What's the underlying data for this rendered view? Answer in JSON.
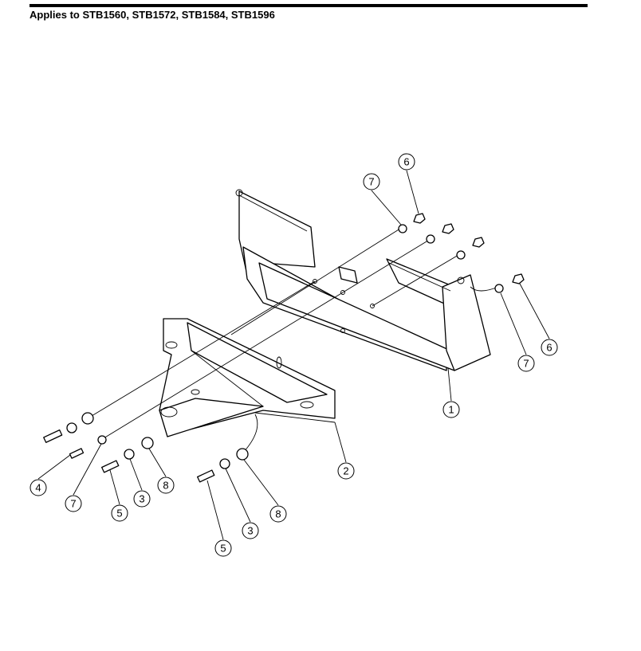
{
  "header": {
    "applies_to": "Applies to STB1560, STB1572, STB1584, STB1596"
  },
  "callouts": [
    {
      "id": "c1",
      "label": "6"
    },
    {
      "id": "c2",
      "label": "7"
    },
    {
      "id": "c3",
      "label": "6"
    },
    {
      "id": "c4",
      "label": "7"
    },
    {
      "id": "c5",
      "label": "1"
    },
    {
      "id": "c6",
      "label": "2"
    },
    {
      "id": "c7",
      "label": "4"
    },
    {
      "id": "c8",
      "label": "7"
    },
    {
      "id": "c9",
      "label": "5"
    },
    {
      "id": "c10",
      "label": "3"
    },
    {
      "id": "c11",
      "label": "8"
    },
    {
      "id": "c12",
      "label": "8"
    },
    {
      "id": "c13",
      "label": "3"
    },
    {
      "id": "c14",
      "label": "5"
    }
  ]
}
